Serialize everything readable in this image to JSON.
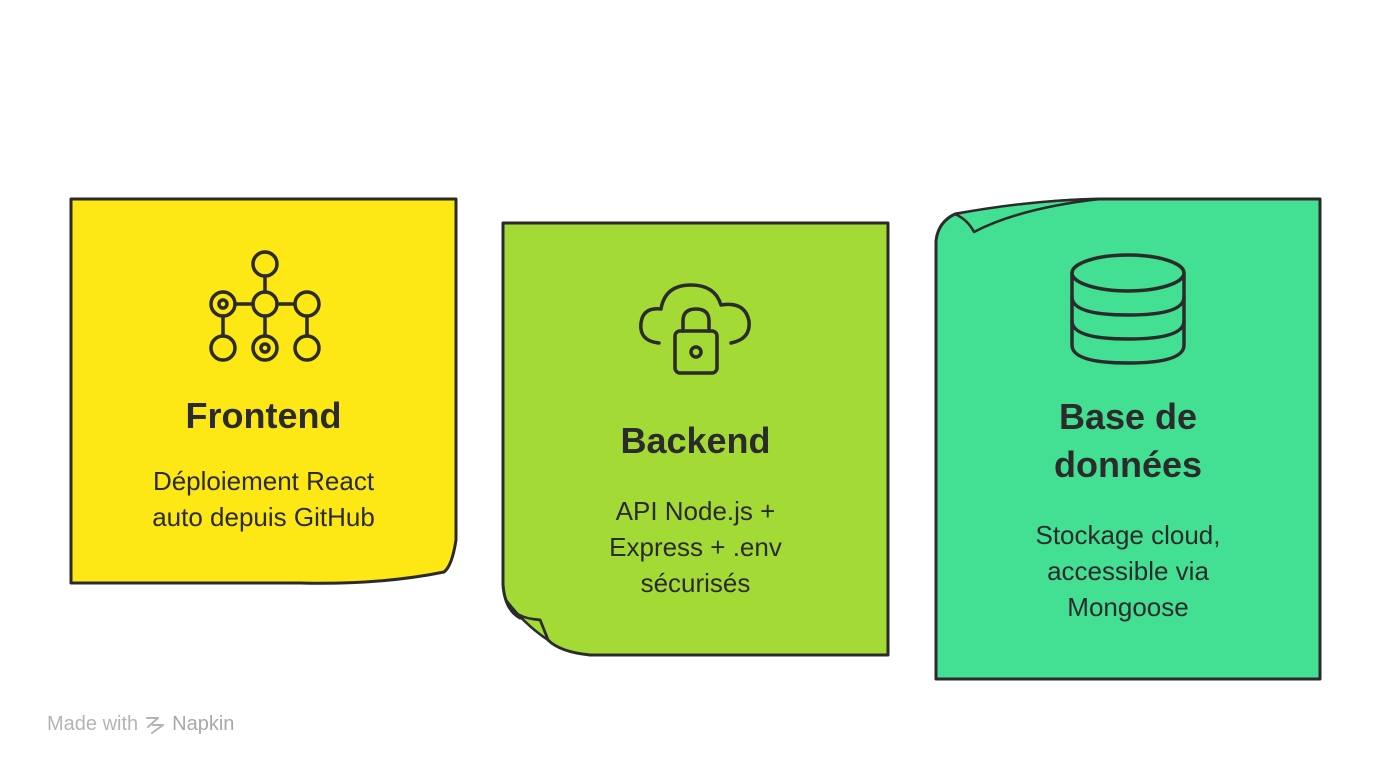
{
  "colors": {
    "frontend": "#fde714",
    "backend": "#a3da36",
    "database": "#43df92",
    "outline": "#2b2b2b",
    "text": "#2b2b2b"
  },
  "cards": [
    {
      "id": "frontend",
      "icon": "network-nodes-icon",
      "title": "Frontend",
      "description": "Déploiement React\nauto depuis GitHub"
    },
    {
      "id": "backend",
      "icon": "cloud-lock-icon",
      "title": "Backend",
      "description": "API Node.js +\nExpress + .env\nsécurisés"
    },
    {
      "id": "database",
      "icon": "database-icon",
      "title": "Base de\ndonnées",
      "description": "Stockage cloud,\naccessible via\nMongoose"
    }
  ],
  "footer": {
    "prefix": "Made with",
    "brand": "Napkin",
    "icon": "napkin-logo-icon"
  }
}
